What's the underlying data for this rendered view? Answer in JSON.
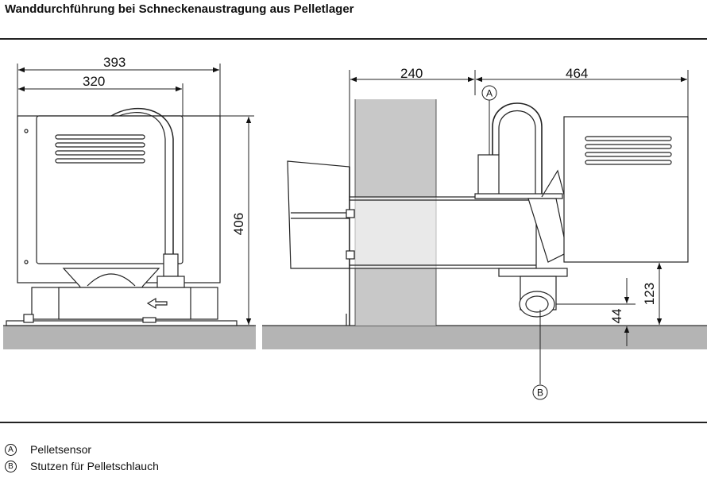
{
  "title": "Wanddurchführung bei Schneckenaustragung aus Pelletlager",
  "dimensions": {
    "d393": "393",
    "d320": "320",
    "d406": "406",
    "d240": "240",
    "d464": "464",
    "d44": "44",
    "d123": "123"
  },
  "markers": {
    "a": "A",
    "b": "B"
  },
  "legend": [
    {
      "mark": "A",
      "text": "Pelletsensor"
    },
    {
      "mark": "B",
      "text": "Stutzen für Pelletschlauch"
    }
  ],
  "colors": {
    "floor": "#b4b4b4",
    "wall": "#c8c8c8",
    "line": "#222222"
  }
}
